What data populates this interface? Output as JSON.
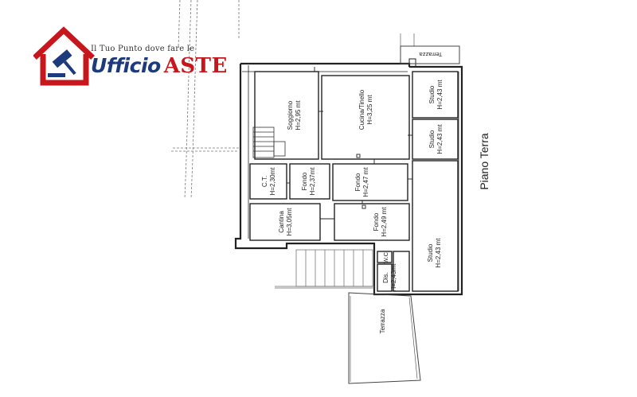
{
  "logo": {
    "tagline": "Il Tuo Punto dove fare le",
    "brand_part1": "Ufficio",
    "brand_part2": "ASTE",
    "icon": "house-gavel-icon",
    "colors": {
      "red": "#c8161d",
      "blue": "#1d3a7d"
    }
  },
  "floor_label": "Piano Terra",
  "rooms": [
    {
      "id": "soggiorno",
      "name": "Soggiorno",
      "height": "H=2,95 mt"
    },
    {
      "id": "cucina",
      "name": "Cucina/Tinello",
      "height": "H=3,25 mt"
    },
    {
      "id": "studio-1",
      "name": "Studio",
      "height": "H=2,43 mt"
    },
    {
      "id": "studio-2",
      "name": "Studio",
      "height": "H=2,43 mt"
    },
    {
      "id": "ct",
      "name": "C.T.",
      "height": "H=2,30mt"
    },
    {
      "id": "fondo-1",
      "name": "Fondo",
      "height": "H=2,37mt"
    },
    {
      "id": "fondo-2",
      "name": "Fondo",
      "height": "H=2,47 mt"
    },
    {
      "id": "cantina",
      "name": "Cantina",
      "height": "H=3,05mt"
    },
    {
      "id": "fondo-3",
      "name": "Fondo",
      "height": "H=2,49 mt"
    },
    {
      "id": "studio-3",
      "name": "Studio",
      "height": "H=2,43 mt"
    },
    {
      "id": "wc",
      "name": "W.C.",
      "height": ""
    },
    {
      "id": "dis",
      "name": "Dis.",
      "height": "H=2,43mt"
    }
  ],
  "terraces": [
    {
      "id": "terrazza-top",
      "name": "Terrazza"
    },
    {
      "id": "terrazza-bottom",
      "name": "Terrazza"
    }
  ]
}
